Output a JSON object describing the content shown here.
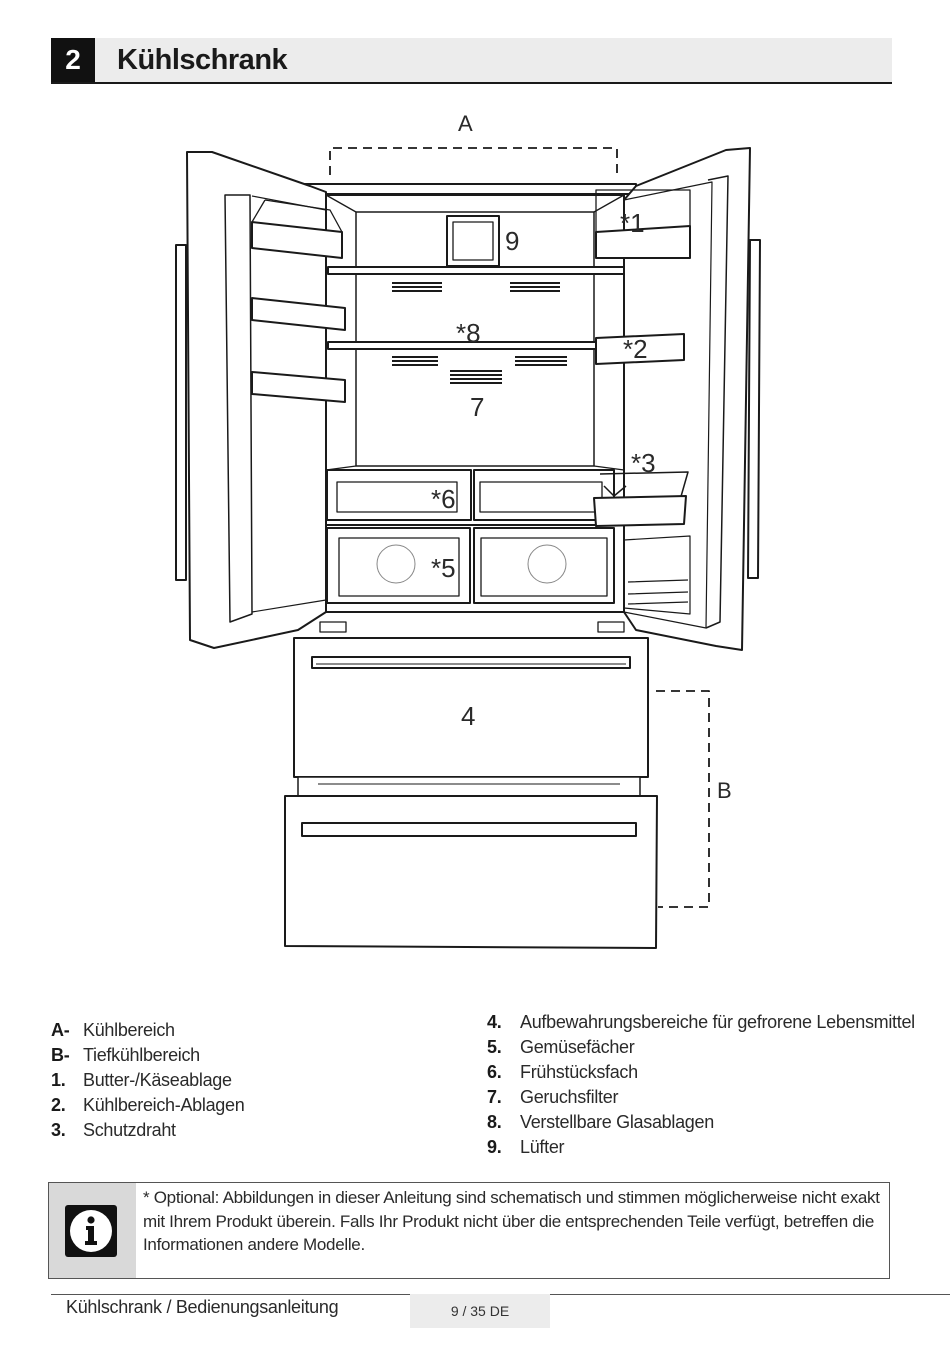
{
  "header": {
    "chapter_number": "2",
    "chapter_title": "Kühlschrank"
  },
  "diagram": {
    "labels": {
      "zone_a": "A",
      "zone_b": "B",
      "fan": "9",
      "glass_shelves": "*8",
      "odour_filter": "7",
      "butter_cheese_shelf": "*1",
      "door_shelves": "*2",
      "guard_wire": "*3",
      "breakfast_drawer": "*6",
      "crisper": "*5",
      "freezer": "4"
    }
  },
  "legend": {
    "left": [
      {
        "key": "A-",
        "text": "Kühlbereich"
      },
      {
        "key": "B-",
        "text": "Tiefkühlbereich"
      },
      {
        "key": "1.",
        "text": "Butter-/Käseablage"
      },
      {
        "key": "2.",
        "text": "Kühlbereich-Ablagen"
      },
      {
        "key": "3.",
        "text": "Schutzdraht"
      }
    ],
    "right": [
      {
        "key": "4.",
        "text": "Aufbewahrungsbereiche für gefrorene Lebensmittel"
      },
      {
        "key": "5.",
        "text": "Gemüsefächer"
      },
      {
        "key": "6.",
        "text": "Frühstücksfach"
      },
      {
        "key": "7.",
        "text": "Geruchsfilter"
      },
      {
        "key": "8.",
        "text": "Verstellbare Glasablagen"
      },
      {
        "key": "9.",
        "text": "Lüfter"
      }
    ]
  },
  "note": {
    "icon": "info-icon",
    "text": "* Optional: Abbildungen in dieser Anleitung sind schematisch und stimmen möglicherweise nicht exakt mit Ihrem Produkt überein. Falls Ihr Produkt nicht über die entsprechenden Teile verfügt, betreffen die Informationen andere Modelle."
  },
  "footer": {
    "title": "Kühlschrank / Bedienungsanleitung",
    "page": "9 / 35 DE"
  }
}
